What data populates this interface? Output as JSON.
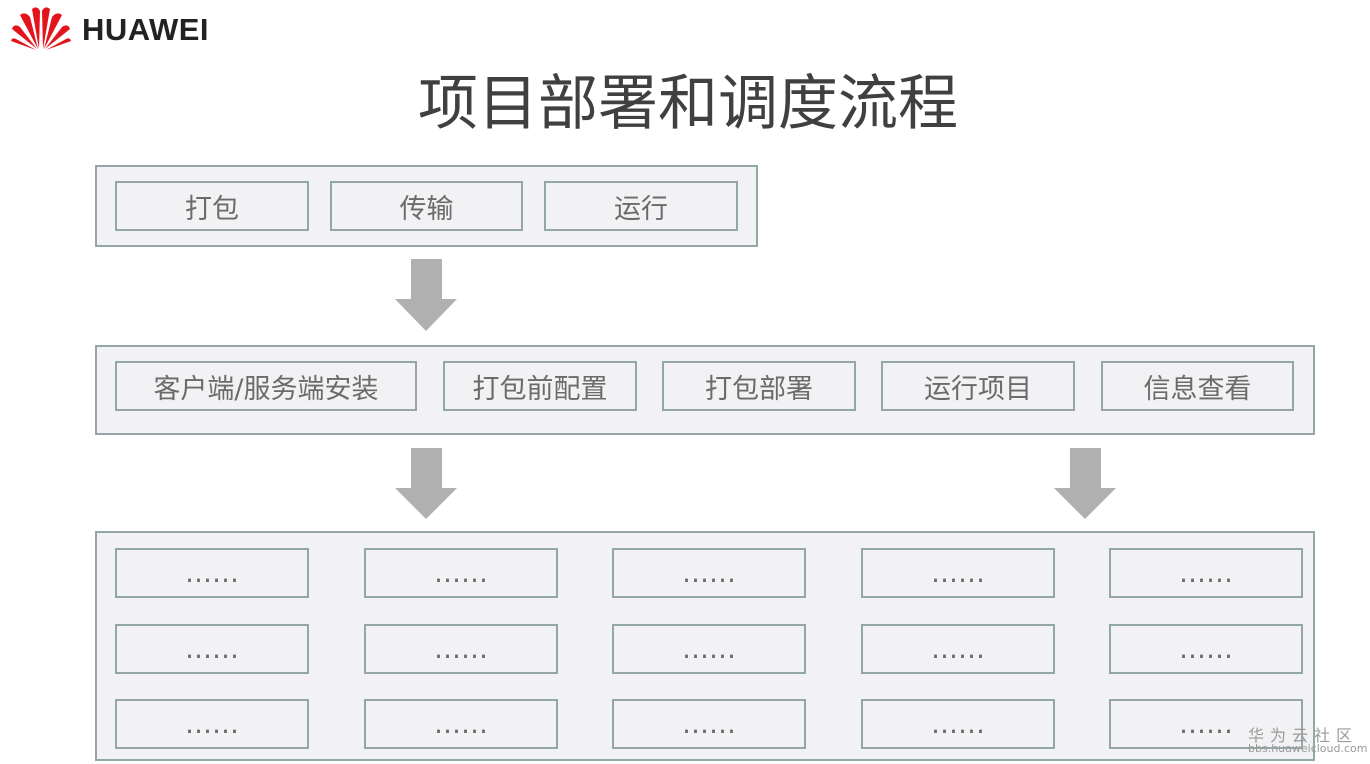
{
  "logo": {
    "text": "HUAWEI",
    "color": "#e3141b"
  },
  "title": "项目部署和调度流程",
  "stage1": {
    "items": [
      "打包",
      "传输",
      "运行"
    ]
  },
  "stage2": {
    "items": [
      "客户端/服务端安装",
      "打包前配置",
      "打包部署",
      "运行项目",
      "信息查看"
    ]
  },
  "stage3": {
    "rows": [
      [
        "……",
        "……",
        "……",
        "……",
        "……"
      ],
      [
        "……",
        "……",
        "……",
        "……",
        "……"
      ],
      [
        "……",
        "……",
        "……",
        "……",
        "……"
      ]
    ]
  },
  "watermark": {
    "name": "华为云社区",
    "url": "bbs.huaweicloud.com"
  },
  "colors": {
    "box_border": "#93a7a6",
    "box_fill": "#f2f2f4",
    "arrow": "#b0b0b0"
  }
}
